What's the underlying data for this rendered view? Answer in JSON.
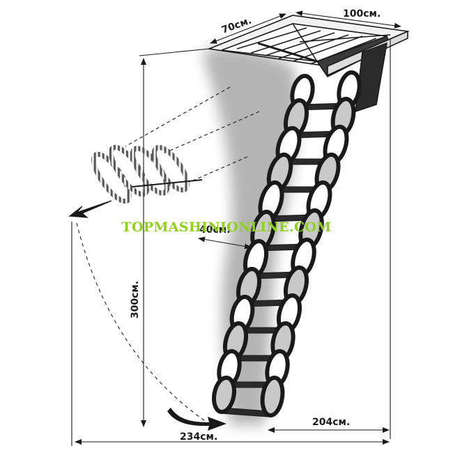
{
  "title": "",
  "dimensions": {
    "hatch_width": "70см.",
    "hatch_length": "100см.",
    "step_width": "40см.",
    "height": "300см.",
    "ladder_footprint": "204см.",
    "swing_radius": "234см."
  },
  "watermark": "TOPMASHINIONLINE.COM",
  "colors": {
    "line": "#1a1a1a",
    "shadow": "#9a9a9a",
    "watermark": "#8fd01a",
    "rail_fill": "#c9c9c9"
  }
}
